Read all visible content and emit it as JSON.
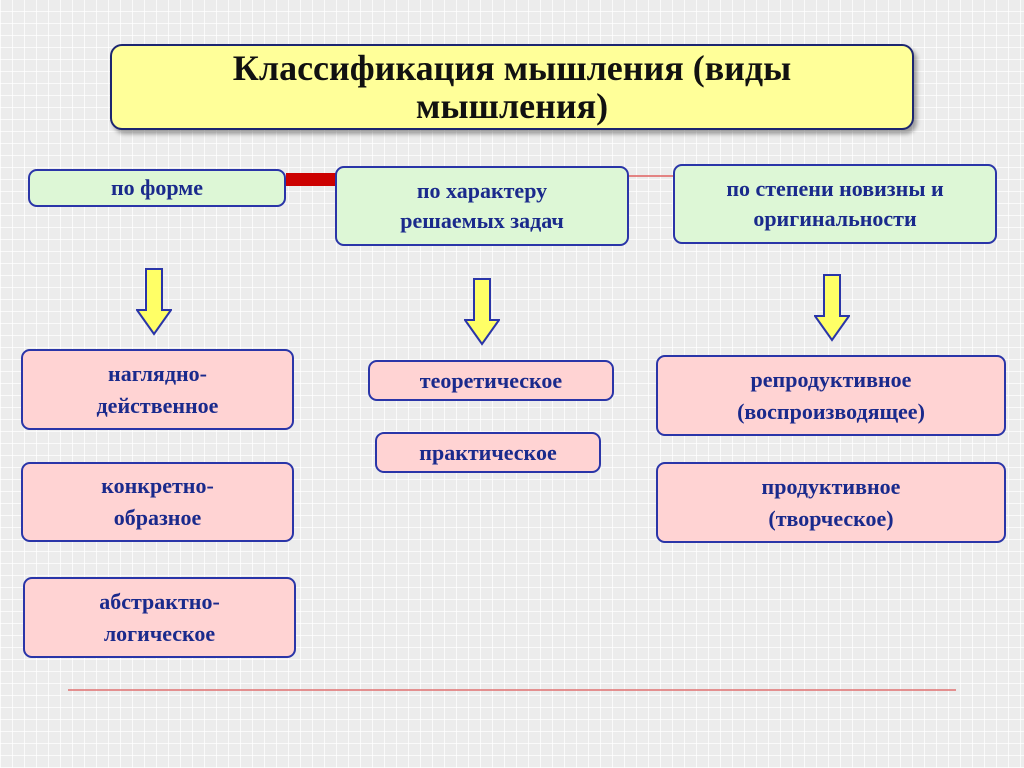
{
  "title": "Классификация мышления (виды\nмышления)",
  "categories": [
    {
      "label": "по форме",
      "items": [
        "наглядно-\nдейственное",
        "конкретно-\nобразное",
        "абстрактно-\nлогическое"
      ]
    },
    {
      "label": "по характеру\nрешаемых задач",
      "items": [
        "теоретическое",
        "практическое"
      ]
    },
    {
      "label": "по степени новизны и\nоригинальности",
      "items": [
        "репродуктивное\n(воспроизводящее)",
        "продуктивное\n(творческое)"
      ]
    }
  ],
  "colors": {
    "title_fill": "#ffff99",
    "category_fill": "#ddf7d6",
    "item_fill": "#ffd3d3",
    "border": "#2a35a8",
    "text": "#1a2a8c",
    "arrow_fill": "#ffff66",
    "connector": "#cc0000"
  },
  "icons": [
    "down-arrow-icon"
  ]
}
